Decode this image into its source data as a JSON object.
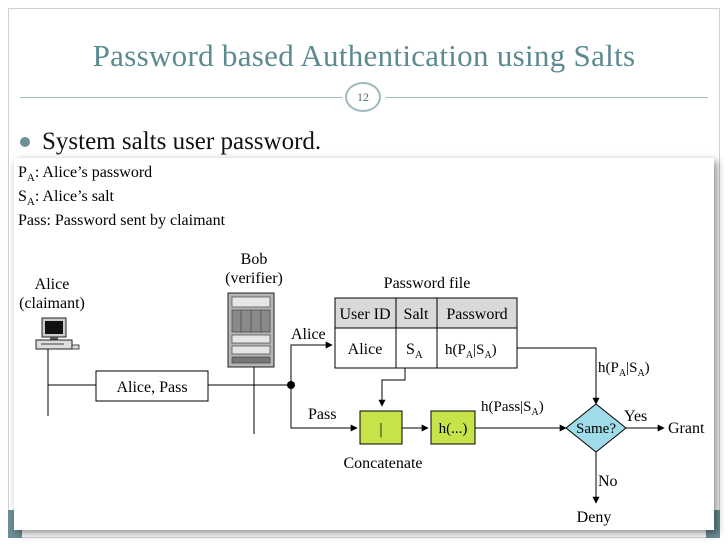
{
  "slide": {
    "title": "Password based Authentication using Salts",
    "number": "12",
    "bullet": "System salts user password."
  },
  "colors": {
    "title": "#5b8a91",
    "accent": "#6a8f96",
    "rule": "#9fb9bd",
    "box_green": "#c6e44a",
    "diamond_blue": "#9fdbe8",
    "table_header": "#d9d9d9"
  },
  "legend": {
    "pa_sym": "P",
    "pa_sub": "A",
    "pa_text": ": Alice’s password",
    "sa_sym": "S",
    "sa_sub": "A",
    "sa_text": ": Alice’s salt",
    "pass_text": "Pass: Password sent by claimant"
  },
  "claimant": {
    "name": "Alice",
    "role": "(claimant)",
    "icon": "computer-icon"
  },
  "verifier": {
    "name": "Bob",
    "role": "(verifier)",
    "icon": "server-icon"
  },
  "message": "Alice, Pass",
  "password_file": {
    "title": "Password file",
    "headers": [
      "User ID",
      "Salt",
      "Password"
    ],
    "row": {
      "user_id": "Alice",
      "salt_sym": "S",
      "salt_sub": "A",
      "password_pre": "h(P",
      "password_sub1": "A",
      "password_mid": "|S",
      "password_sub2": "A",
      "password_post": ")"
    }
  },
  "flow": {
    "alice_label": "Alice",
    "pass_label": "Pass",
    "concat_glyph": "|",
    "concat_label": "Concatenate",
    "hash_label": "h(...)",
    "hpass_pre": "h(Pass",
    "hpass_mid": "|S",
    "hpass_sub": "A",
    "hpass_post": ")",
    "hpa_pre": "h(P",
    "hpa_sub1": "A",
    "hpa_mid": "|S",
    "hpa_sub2": "A",
    "hpa_post": ")",
    "same_label": "Same?",
    "yes_label": "Yes",
    "grant_label": "Grant",
    "no_label": "No",
    "deny_label": "Deny"
  }
}
